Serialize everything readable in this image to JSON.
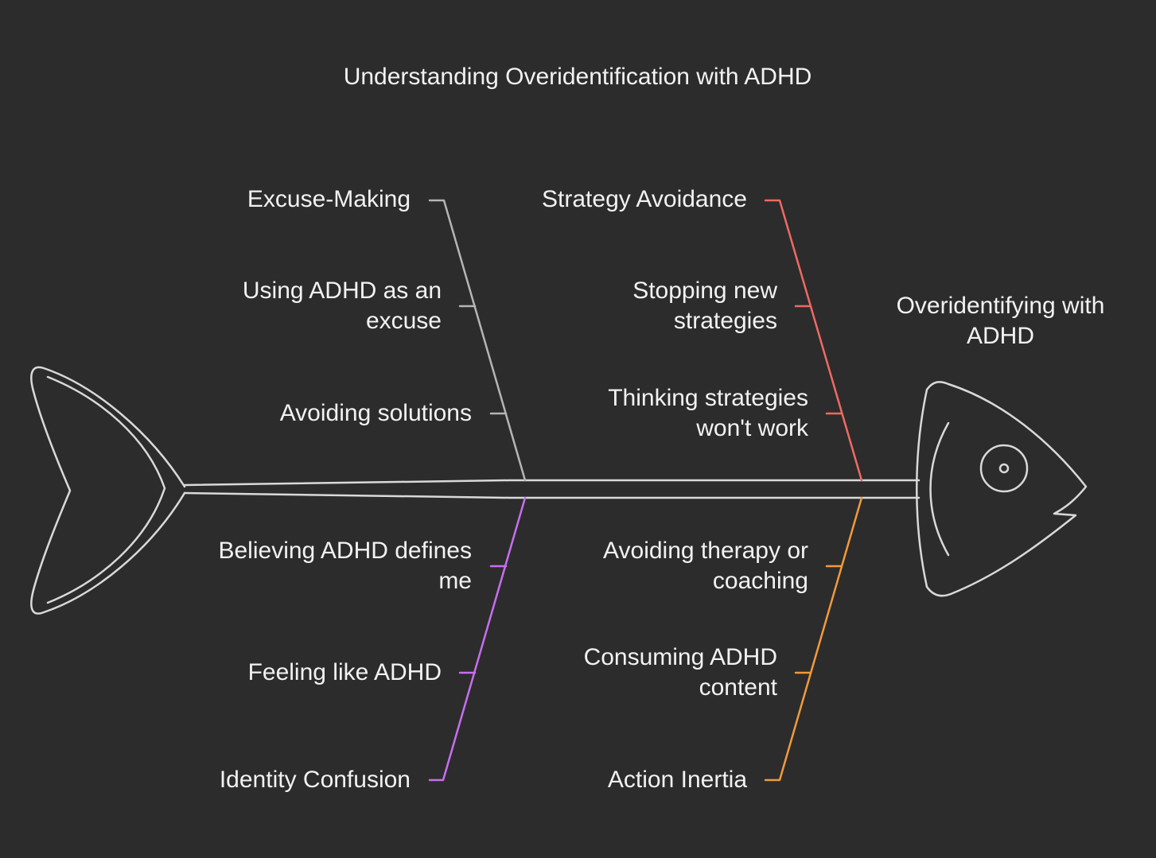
{
  "title": "Understanding Overidentification with ADHD",
  "head_label": "Overidentifying with ADHD",
  "colors": {
    "background": "#2c2c2c",
    "outline": "#d9d9d9",
    "excuse": "#b5b5b5",
    "strategy": "#f06a62",
    "identity": "#c86ef0",
    "action": "#f29a3c"
  },
  "categories": {
    "excuse": {
      "label": "Excuse-Making",
      "causes": [
        "Using ADHD as an excuse",
        "Avoiding solutions"
      ]
    },
    "strategy": {
      "label": "Strategy Avoidance",
      "causes": [
        "Stopping new strategies",
        "Thinking strategies won't work"
      ]
    },
    "identity": {
      "label": "Identity Confusion",
      "causes": [
        "Believing ADHD defines me",
        "Feeling like ADHD"
      ]
    },
    "action": {
      "label": "Action Inertia",
      "causes": [
        "Avoiding therapy or coaching",
        "Consuming ADHD content"
      ]
    }
  }
}
